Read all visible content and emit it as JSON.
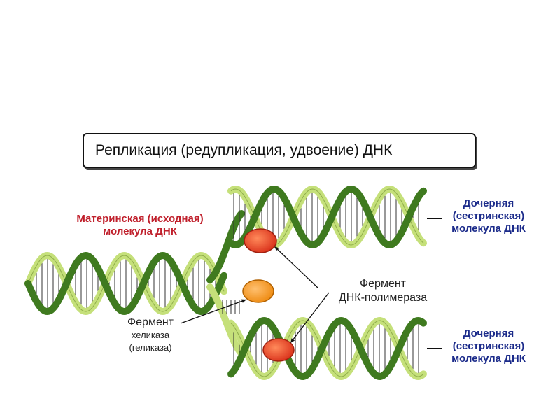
{
  "title": "Репликация (редупликация, удвоение) ДНК",
  "labels": {
    "mother_line1": "Материнская (исходная)",
    "mother_line2": "молекула ДНК",
    "daughter_top_line1": "Дочерняя",
    "daughter_top_line2": "(сестринская)",
    "daughter_top_line3": "молекула ДНК",
    "daughter_bottom_line1": "Дочерняя",
    "daughter_bottom_line2": "(сестринская)",
    "daughter_bottom_line3": "молекула ДНК",
    "helicase_line1": "Фермент",
    "helicase_line2": "хеликаза",
    "helicase_line3": "(геликаза)",
    "polymerase_line1": "Фермент",
    "polymerase_line2": "ДНК-полимераза"
  },
  "colors": {
    "strand_dark": "#3f7a1f",
    "strand_light": "#c5e07a",
    "mother_text": "#c0202c",
    "daughter_text": "#1a2a8a",
    "polymerase": "#e8461c",
    "helicase": "#f39a1e"
  }
}
